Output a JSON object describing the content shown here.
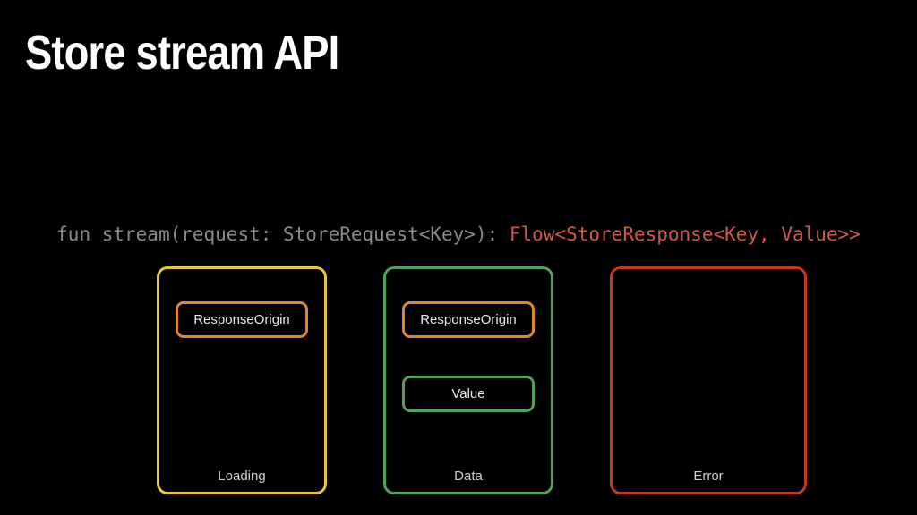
{
  "slide": {
    "title": "Store stream API"
  },
  "code": {
    "signature_plain": "fun stream(request: StoreRequest<Key>): ",
    "signature_return": "Flow<StoreResponse<Key, Value>>"
  },
  "diagram": {
    "boxes": [
      {
        "label": "Loading",
        "border_color": "#e8c53d",
        "children": [
          {
            "label": "ResponseOrigin",
            "border_color": "#e0862c"
          }
        ]
      },
      {
        "label": "Data",
        "border_color": "#55a057",
        "children": [
          {
            "label": "ResponseOrigin",
            "border_color": "#e0862c"
          },
          {
            "label": "Value",
            "border_color": "#55a057"
          }
        ]
      },
      {
        "label": "Error",
        "border_color": "#c33a20",
        "children": []
      }
    ]
  },
  "colors": {
    "background": "#000000",
    "title_text": "#ffffff",
    "code_plain": "#8a8a8a",
    "code_return": "#cf5a44",
    "inner_label_text": "#e8e8e8",
    "state_label_text": "#cfcfcf"
  }
}
